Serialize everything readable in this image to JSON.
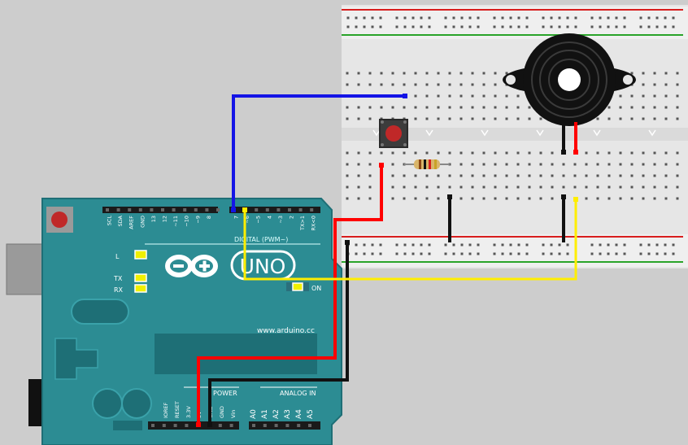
{
  "colors": {
    "background": "#cdcdcd",
    "board": "#2c8c93",
    "board_dark": "#1e6f76",
    "breadboard": "#e8e8e8",
    "rail_red": "#d81e1e",
    "rail_green": "#2aa42a",
    "wire_blue": "#1414e6",
    "wire_red": "#ff0000",
    "wire_black": "#111111",
    "wire_yellow": "#ffee00",
    "buzzer": "#111111",
    "button_cap": "#c02828"
  },
  "board": {
    "logo_text": "UNO",
    "site": "www.arduino.cc",
    "digital_label": "DIGITAL (PWM~)",
    "power_label": "POWER",
    "analog_label": "ANALOG IN",
    "on_label": "ON",
    "led_l": "L",
    "led_tx": "TX",
    "led_rx": "RX",
    "top_pins": [
      "SCL",
      "SDA",
      "AREF",
      "GND",
      "13",
      "12",
      "~11",
      "~10",
      "~9",
      "8",
      "7",
      "~6",
      "~5",
      "4",
      "~3",
      "2",
      "TX>1",
      "RX<0"
    ],
    "power_pins": [
      "IOREF",
      "RESET",
      "3.3V",
      "5V",
      "GND",
      "GND",
      "Vin"
    ],
    "analog_pins": [
      "A0",
      "A1",
      "A2",
      "A3",
      "A4",
      "A5"
    ]
  },
  "components": {
    "buzzer_icon": "piezo-buzzer-icon",
    "button_icon": "pushbutton-icon",
    "resistor_icon": "resistor-icon"
  }
}
